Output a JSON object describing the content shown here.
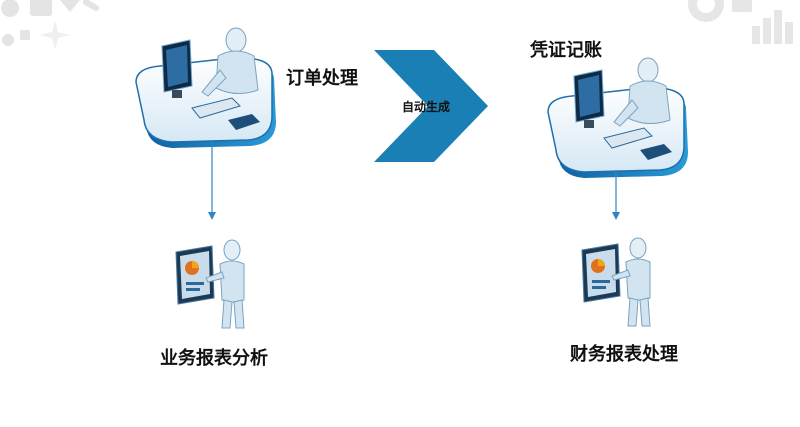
{
  "nodes": {
    "order_processing": "订单处理",
    "voucher_posting": "凭证记账",
    "business_report_analysis": "业务报表分析",
    "financial_report_processing": "财务报表处理"
  },
  "transition": {
    "label": "自动生成"
  },
  "colors": {
    "chevron": "#1a7fb5",
    "desk_blue": "#1e88c8",
    "figure_light": "#e8f1f8",
    "connector": "#2f86c6",
    "corner_icons": "#e4e4e4"
  },
  "icons": {
    "top_left": "tools-icon",
    "top_right": "analytics-icon"
  }
}
